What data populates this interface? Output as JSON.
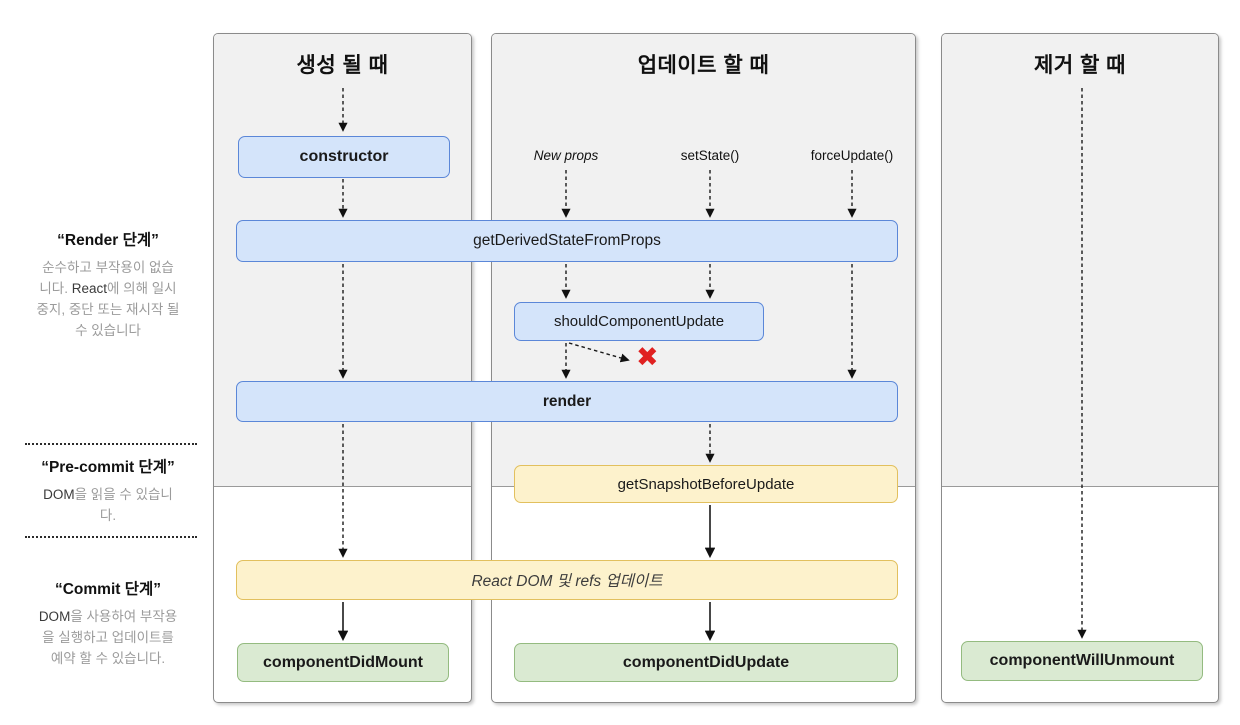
{
  "columns": [
    {
      "title": "생성 될 때"
    },
    {
      "title": "업데이트 할 때"
    },
    {
      "title": "제거 할 때"
    }
  ],
  "triggers": {
    "new_props": "New props",
    "set_state": "setState()",
    "force_update": "forceUpdate()"
  },
  "boxes": {
    "constructor": "constructor",
    "get_derived_state_from_props": "getDerivedStateFromProps",
    "should_component_update": "shouldComponentUpdate",
    "render": "render",
    "get_snapshot_before_update": "getSnapshotBeforeUpdate",
    "react_dom_update": "React DOM 및 refs 업데이트",
    "component_did_mount": "componentDidMount",
    "component_did_update": "componentDidUpdate",
    "component_will_unmount": "componentWillUnmount"
  },
  "sidebar": {
    "render_phase": {
      "title": "“Render 단계”",
      "line1": "순수하고 부작용이 없습",
      "line2_pre": "니다. ",
      "line2_em": "React",
      "line2_post": "에 의해 일시",
      "line3": "중지, 중단 또는 재시작 될",
      "line4": "수 있습니다"
    },
    "precommit_phase": {
      "title": "“Pre-commit 단계”",
      "line1_em": "DOM",
      "line1_post": "을 읽을 수 있습니",
      "line2": "다."
    },
    "commit_phase": {
      "title": "“Commit 단계”",
      "line1_em": "DOM",
      "line1_post": "을 사용하여 부작용",
      "line2": "을 실행하고 업데이트를",
      "line3": "예약 할 수 있습니다."
    }
  },
  "icons": {
    "blocked_x": "✖"
  },
  "colors": {
    "render_phase_box": "#d4e4fa",
    "render_phase_border": "#5b87d8",
    "precommit_box": "#fdf2cc",
    "precommit_border": "#e2c05e",
    "commit_box": "#daead2",
    "commit_border": "#94bb80",
    "blocked_x": "#e02121",
    "panel_gray": "#f1f1f1"
  }
}
